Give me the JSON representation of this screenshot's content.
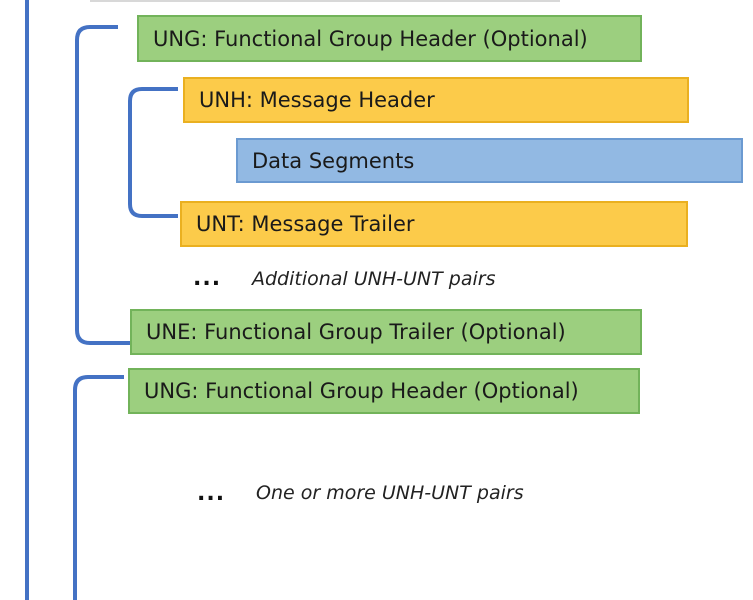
{
  "segments": {
    "ung_1": "UNG: Functional Group Header (Optional)",
    "unh": "UNH: Message Header",
    "data": "Data Segments",
    "unt": "UNT: Message Trailer",
    "une": "UNE: Functional Group Trailer (Optional)",
    "ung_2": "UNG: Functional Group Header (Optional)"
  },
  "notes": {
    "ellipsis": "...",
    "additional_pairs": "Additional UNH-UNT pairs",
    "more_pairs": "One or more UNH-UNT pairs"
  },
  "colors": {
    "bracket": "#4472c4",
    "group_fill": "#9ccf7f",
    "message_fill": "#fccb4a",
    "data_fill": "#92b9e3"
  }
}
